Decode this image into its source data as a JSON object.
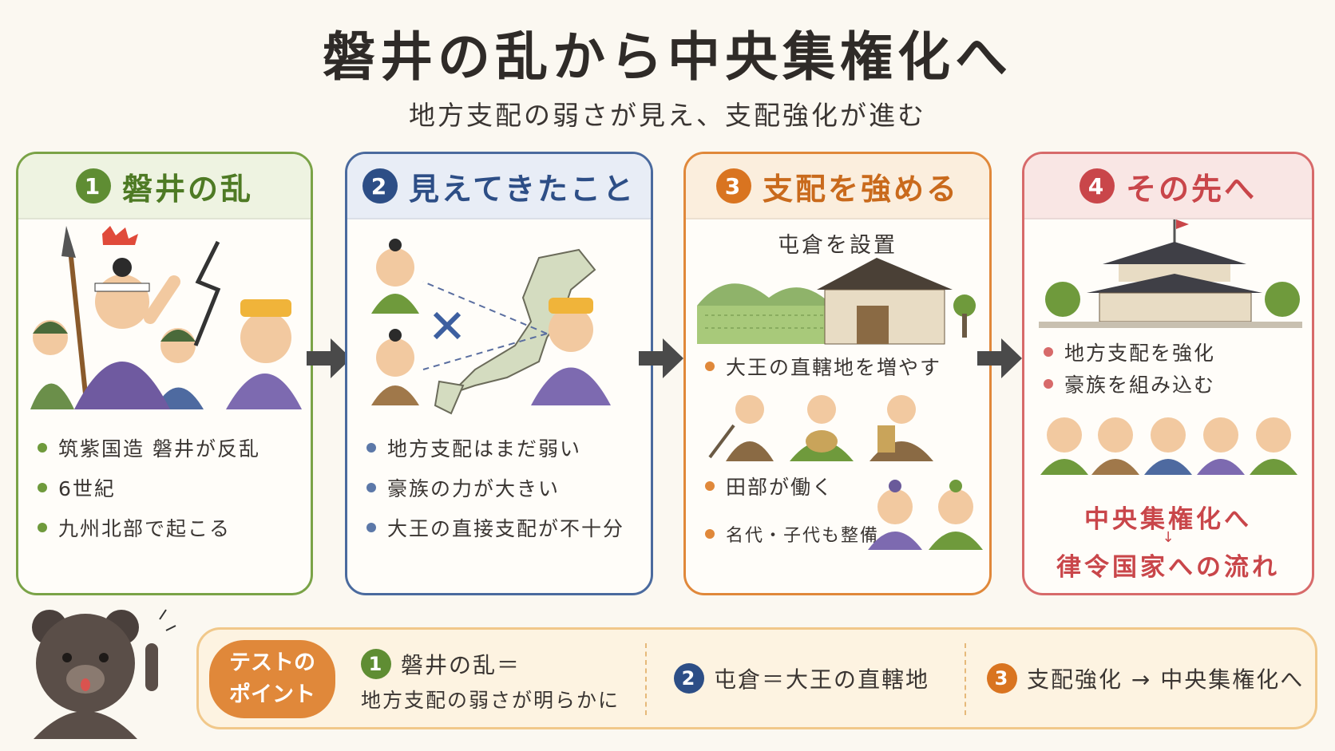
{
  "title": "磐井の乱から中央集権化へ",
  "subtitle": "地方支配の弱さが見え、支配強化が進む",
  "colors": {
    "green": "#5f8d33",
    "blue": "#2d4e86",
    "orange": "#d97420",
    "red": "#c9464a"
  },
  "cards": [
    {
      "num": "1",
      "heading": "磐井の乱",
      "bullets": [
        "筑紫国造 磐井が反乱",
        "6世紀",
        "九州北部で起こる"
      ]
    },
    {
      "num": "2",
      "heading": "見えてきたこと",
      "bullets": [
        "地方支配はまだ弱い",
        "豪族の力が大きい",
        "大王の直接支配が不十分"
      ]
    },
    {
      "num": "3",
      "heading": "支配を強める",
      "caption": "屯倉を設置",
      "bullets": [
        "大王の直轄地を増やす",
        "田部が働く",
        "名代・子代も整備"
      ]
    },
    {
      "num": "4",
      "heading": "その先へ",
      "bullets": [
        "地方支配を強化",
        "豪族を組み込む"
      ],
      "result1": "中央集権化へ",
      "result2": "律令国家への流れ"
    }
  ],
  "test_point": {
    "label_line1": "テストの",
    "label_line2": "ポイント",
    "points": [
      {
        "num": "1",
        "line1": "磐井の乱＝",
        "line2": "地方支配の弱さが明らかに"
      },
      {
        "num": "2",
        "text": "屯倉＝大王の直轄地"
      },
      {
        "num": "3",
        "text": "支配強化 → 中央集権化へ"
      }
    ]
  }
}
